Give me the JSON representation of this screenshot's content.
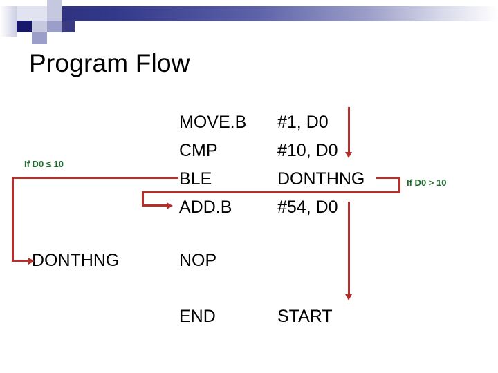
{
  "slide": {
    "title": "Program Flow",
    "background_color": "#ffffff"
  },
  "header": {
    "accent_color": "#17186b",
    "gradient_from": "#2b2f7a",
    "gradient_to": "#ffffff"
  },
  "conditions": {
    "left": {
      "label": "If D0 ≤ 10",
      "color": "#1d6b2a"
    },
    "right": {
      "label": "If D0 > 10",
      "color": "#1d6b2a"
    }
  },
  "flow": {
    "arrow_color": "#b5302a"
  },
  "code": {
    "lines": [
      {
        "label": "",
        "op": "MOVE.B",
        "arg": "#1, D0"
      },
      {
        "label": "",
        "op": "CMP",
        "arg": "#10, D0"
      },
      {
        "label": "",
        "op": "BLE",
        "arg": "DONTHNG"
      },
      {
        "label": "",
        "op": "ADD.B",
        "arg": "#54, D0"
      },
      {
        "label": "DONTHNG",
        "op": "NOP",
        "arg": ""
      },
      {
        "label": "",
        "op": "END",
        "arg": "START"
      }
    ]
  }
}
